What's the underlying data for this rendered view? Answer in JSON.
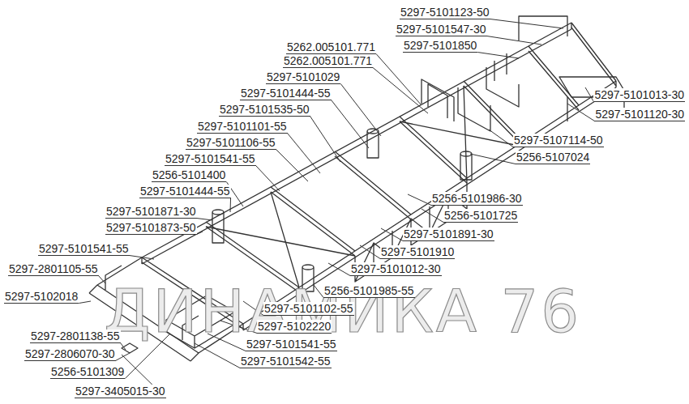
{
  "diagram": {
    "labels": [
      "5297-5101123-50",
      "5297-5101547-30",
      "5297-5101850",
      "5262.005101.771",
      "5262.005101.771",
      "5297-5101029",
      "5297-5101444-55",
      "5297-5101535-50",
      "5297-5101101-55",
      "5297-5101106-55",
      "5297-5101541-55",
      "5256-5101400",
      "5297-5101444-55",
      "5297-5101871-30",
      "5297-5101873-50",
      "5297-5101541-55",
      "5297-2801105-55",
      "5297-5102018",
      "5297-2801138-55",
      "5297-2806070-30",
      "5256-5101309",
      "5297-3405015-30",
      "5297-5101013-30",
      "5297-5101120-30",
      "5297-5107114-50",
      "5256-5107024",
      "5256-5101986-30",
      "5256-5101725",
      "5297-5101891-30",
      "5297-5101910",
      "5297-5101012-30",
      "5256-5101985-55",
      "5297-5101102-55",
      "5297-5102220",
      "5297-5101541-55",
      "5297-5101542-55",
      "ДИНАМИКА 76"
    ]
  }
}
